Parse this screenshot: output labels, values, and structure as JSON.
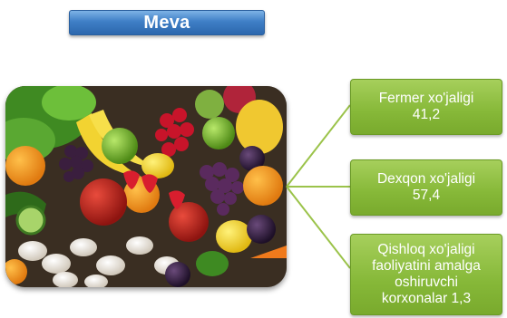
{
  "title": "Meva",
  "categories": [
    {
      "name": "Fermer xo'jaligi",
      "value": "41,2"
    },
    {
      "name": "Dexqon xo'jaligi",
      "value": "57,4"
    },
    {
      "lines": [
        "Qishloq xo'jaligi",
        "faoliyatini amalga",
        "oshiruvchi",
        "korxonalar 1,3"
      ]
    }
  ],
  "colors": {
    "title_bg": "#3f7fc6",
    "box_bg": "#86b838",
    "connector": "#9bc34a",
    "text": "#ffffff"
  },
  "image": {
    "subject": "assorted fruits and vegetables photo"
  }
}
